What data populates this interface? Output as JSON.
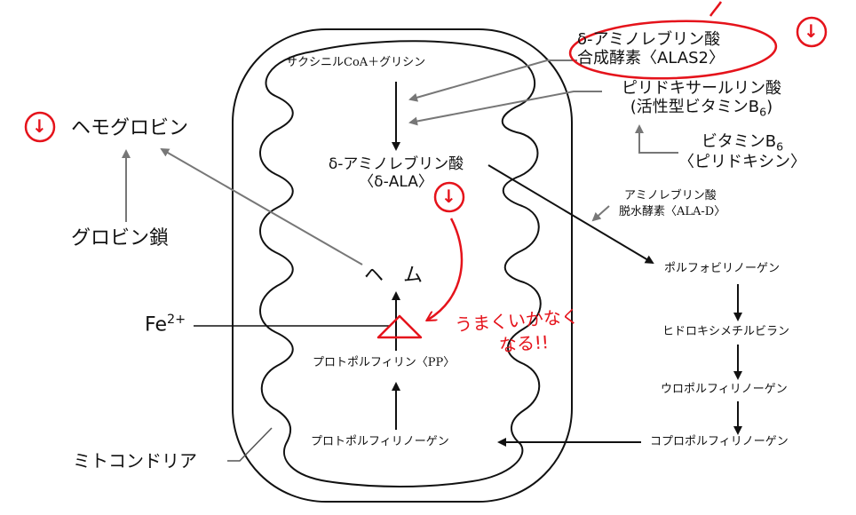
{
  "labels": {
    "succinyl": "サクシニルCoA＋グリシン",
    "ala_1": "δ-アミノレブリン酸",
    "ala_2": "〈δ-ALA〉",
    "alas_1": "δ-アミノレブリン酸",
    "alas_2": "合成酵素〈ALAS2〉",
    "pyridoxal_1": "ピリドキサールリン酸",
    "pyridoxal_2_pre": "(活性型ビタミンB",
    "pyridoxal_2_sub": "6",
    "pyridoxal_2_post": ")",
    "vitb6_1_pre": "ビタミンB",
    "vitb6_1_sub": "6",
    "vitb6_2": "〈ピリドキシン〉",
    "hemoglobin": "ヘモグロビン",
    "globin": "グロビン鎖",
    "heme": "ヘ　ム",
    "fe": "Fe",
    "fe_charge": "2+",
    "protoporphyrin": "プロトポルフィリン〈PP〉",
    "protoporphyrinogen": "プロトポルフィリノーゲン",
    "mito": "ミトコンドリア",
    "alad_1": "アミノレブリン酸",
    "alad_2": "脱水酵素〈ALA-D〉",
    "porphobilinogen": "ポルフォビリノーゲン",
    "hydroxymethylbilane": "ヒドロキシメチルビラン",
    "uroporphyrinogen": "ウロポルフィリノーゲン",
    "coproporphyrinogen": "コプロポルフィリノーゲン"
  },
  "annotations": {
    "note_1": "うまくいかなく",
    "note_2": "なる!!",
    "down_mark": "↓"
  },
  "colors": {
    "ink": "#111111",
    "gray_arrow": "#777777",
    "annotation_red": "#e5131b"
  }
}
